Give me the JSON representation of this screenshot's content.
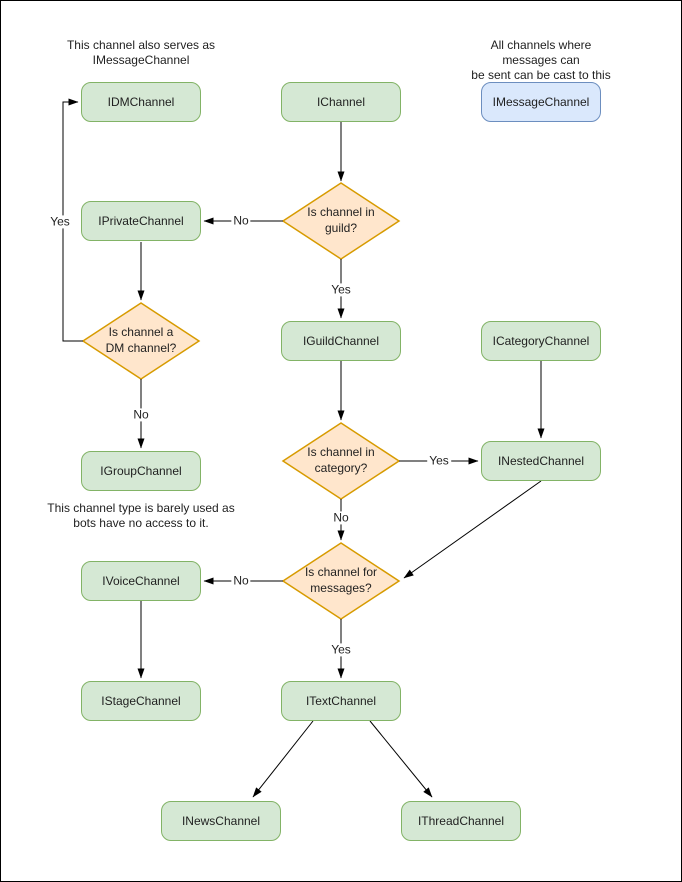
{
  "diagram": {
    "notes": {
      "dm_serves": "This channel also serves as\nIMessageChannel",
      "message_cast": "All channels where messages can\nbe sent can be cast to this type.",
      "group_barely_used": "This channel type is barely used as\nbots have no access to it."
    },
    "nodes": {
      "idm_channel": "IDMChannel",
      "i_channel": "IChannel",
      "imessage_channel": "IMessageChannel",
      "iprivate_channel": "IPrivateChannel",
      "iguild_channel": "IGuildChannel",
      "icategory_channel": "ICategoryChannel",
      "inested_channel": "INestedChannel",
      "igroup_channel": "IGroupChannel",
      "ivoice_channel": "IVoiceChannel",
      "istage_channel": "IStageChannel",
      "itext_channel": "ITextChannel",
      "inews_channel": "INewsChannel",
      "ithread_channel": "IThreadChannel"
    },
    "decisions": {
      "in_guild": "Is channel in\nguild?",
      "is_dm": "Is channel a\nDM channel?",
      "in_category": "Is channel in\ncategory?",
      "for_messages": "Is channel for\nmessages?"
    },
    "edge_labels": {
      "guild_no": "No",
      "guild_yes": "Yes",
      "dm_yes": "Yes",
      "dm_no": "No",
      "category_yes": "Yes",
      "category_no": "No",
      "messages_no": "No",
      "messages_yes": "Yes"
    },
    "colors": {
      "class_fill": "#d5e8d4",
      "class_border": "#82b366",
      "decision_fill": "#ffe6cc",
      "decision_border": "#d79b00",
      "highlight_fill": "#dae8fc",
      "highlight_border": "#6c8ebf",
      "connector": "#000000",
      "page_border": "#000000"
    }
  }
}
